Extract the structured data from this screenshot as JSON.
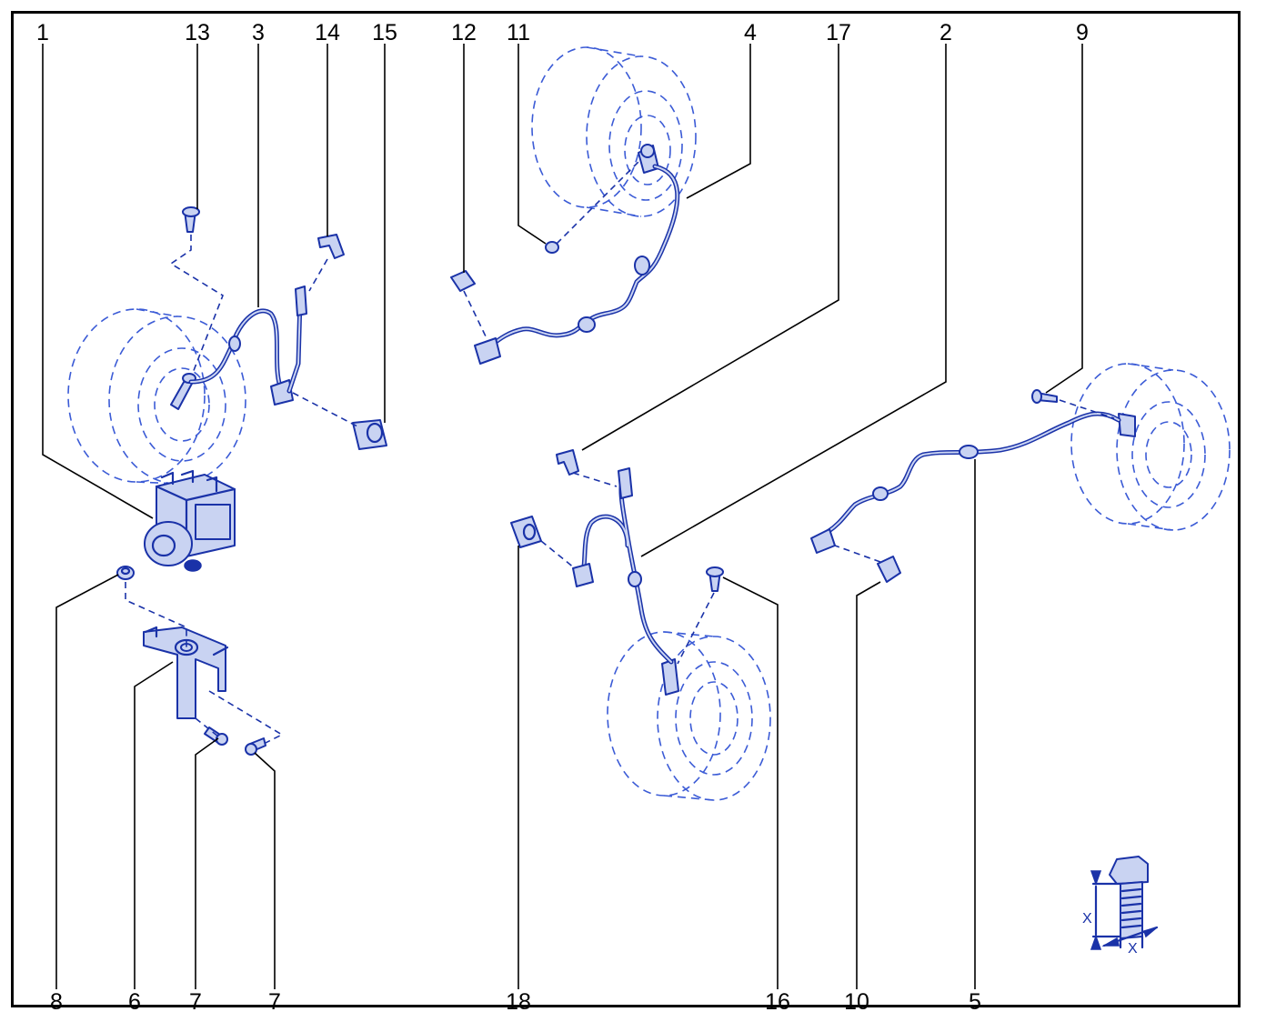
{
  "callouts_top": [
    "1",
    "13",
    "3",
    "14",
    "15",
    "12",
    "11",
    "4",
    "17",
    "2",
    "9"
  ],
  "callouts_bottom": [
    "8",
    "6",
    "7",
    "7",
    "18",
    "16",
    "10",
    "5"
  ],
  "torque_symbol": {
    "x_label_vertical": "X",
    "x_label_horizontal": "X"
  },
  "colors": {
    "line_art": "#1a32a8",
    "line_fill": "#c9d3f2",
    "leaders": "#000000"
  }
}
